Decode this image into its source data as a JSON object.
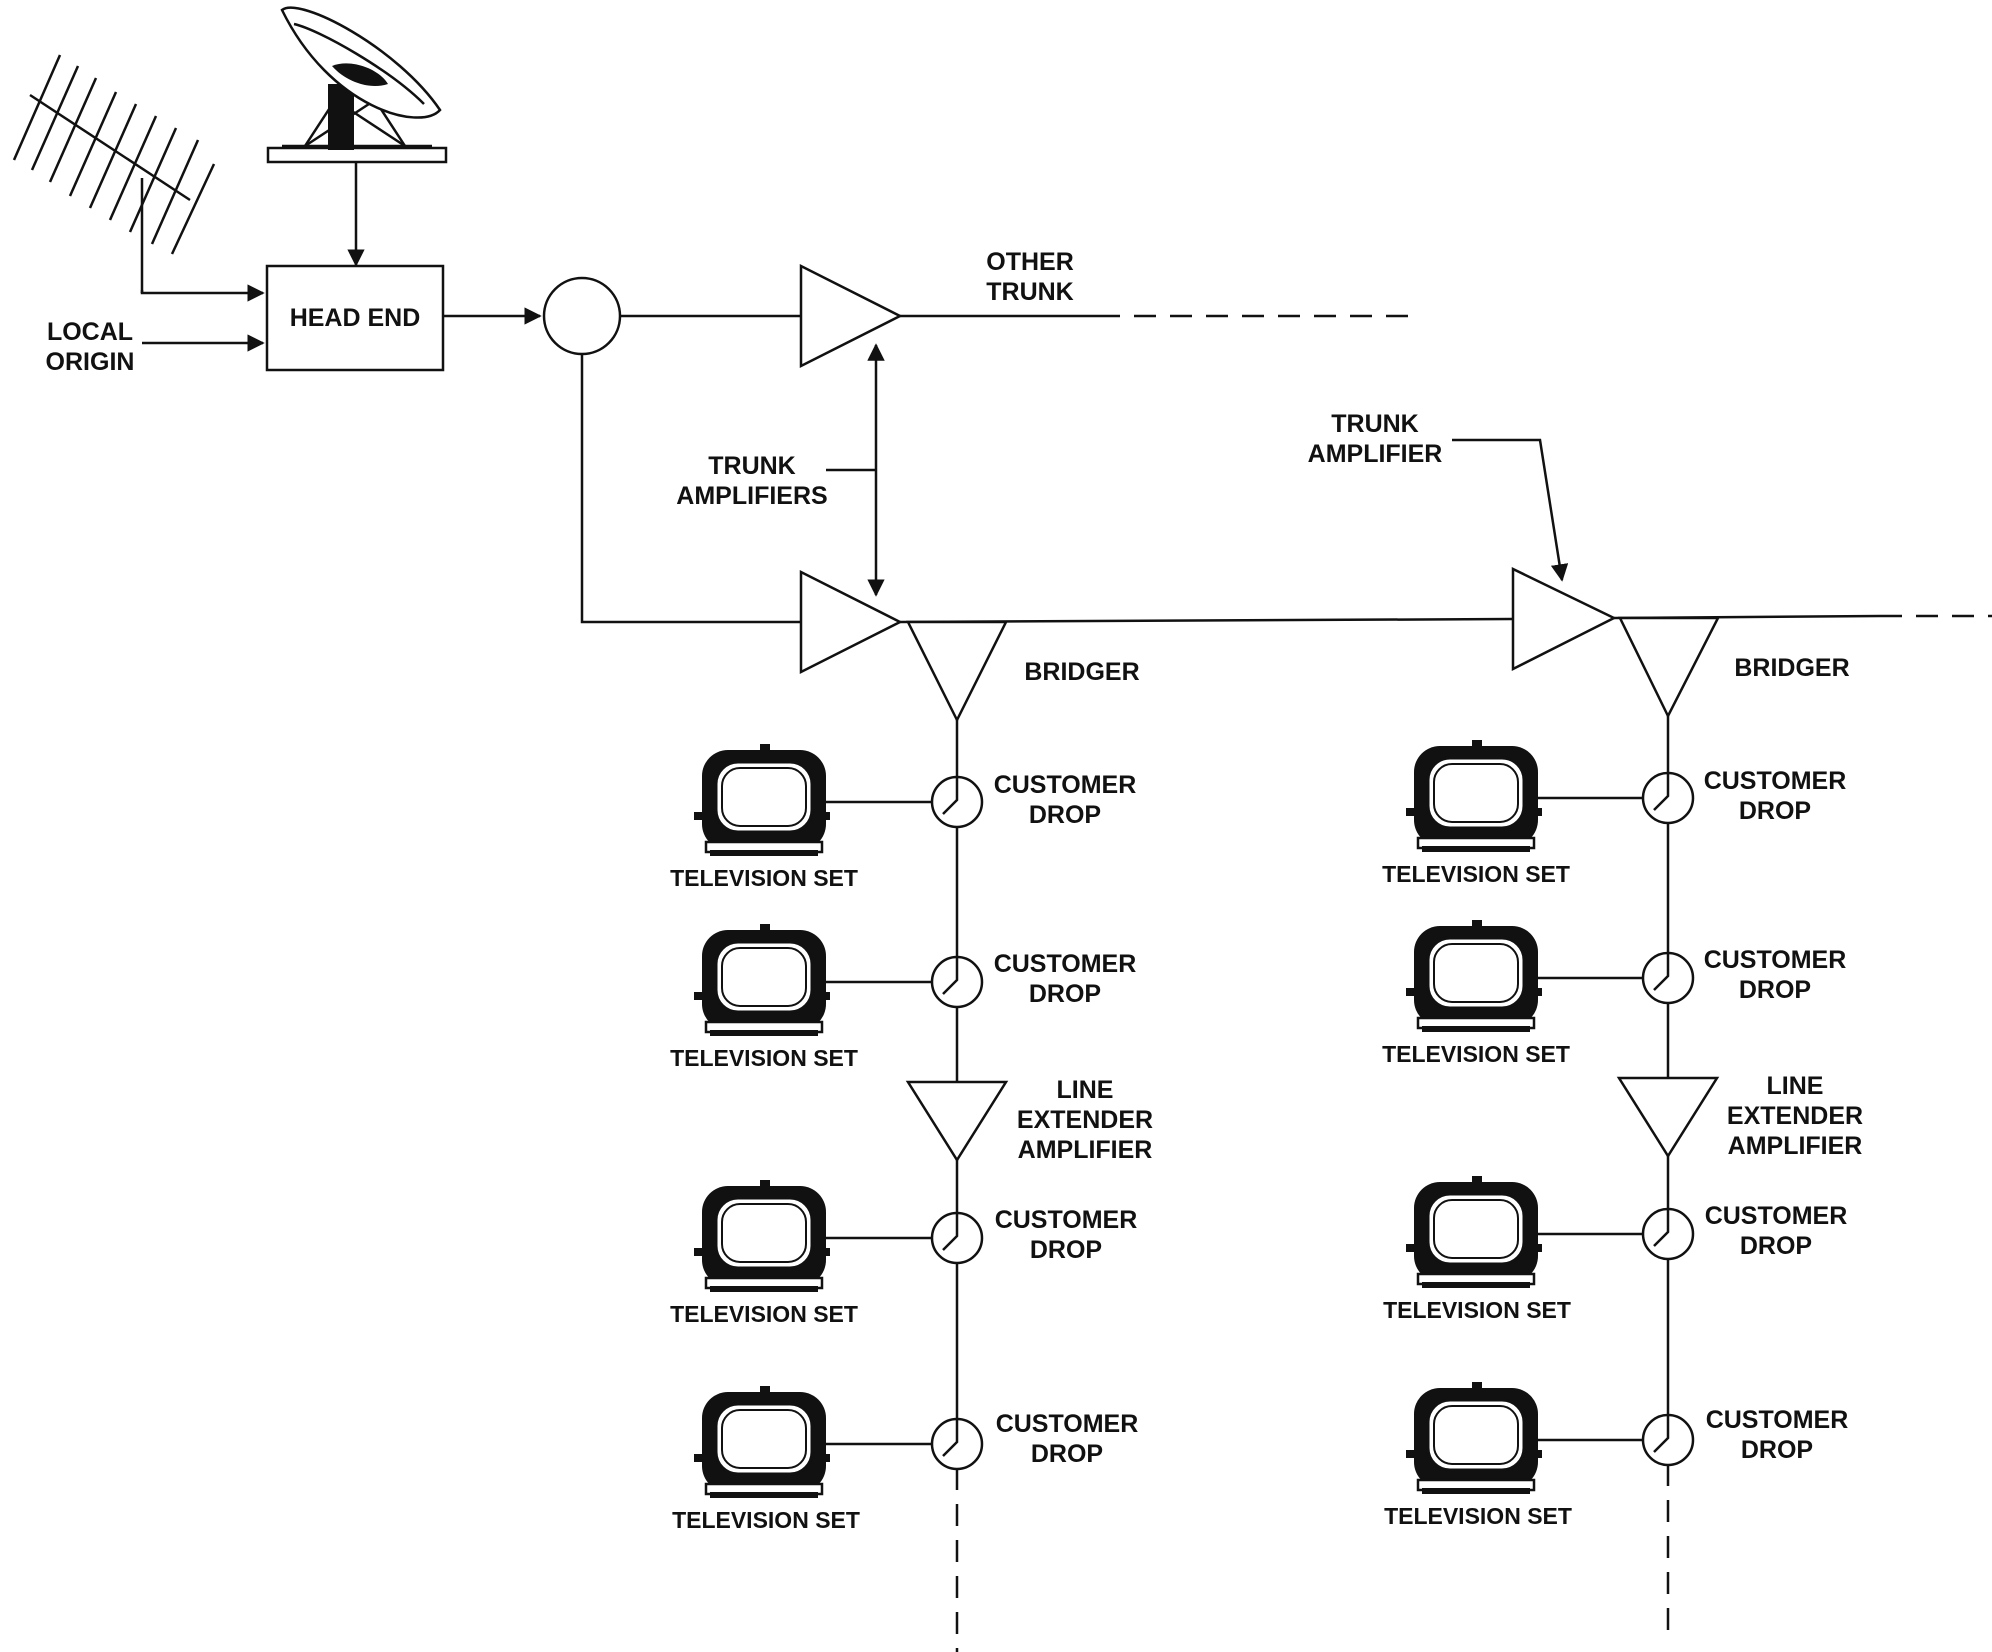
{
  "labels": {
    "head_end": "HEAD END",
    "local_origin_1": "LOCAL",
    "local_origin_2": "ORIGIN",
    "other_trunk_1": "OTHER",
    "other_trunk_2": "TRUNK",
    "trunk_amplifiers_1": "TRUNK",
    "trunk_amplifiers_2": "AMPLIFIERS",
    "trunk_amplifier_1": "TRUNK",
    "trunk_amplifier_2": "AMPLIFIER",
    "bridger": "BRIDGER",
    "customer_drop_1": "CUSTOMER",
    "customer_drop_2": "DROP",
    "television_set": "TELEVISION SET",
    "line_extender_1": "LINE",
    "line_extender_2": "EXTENDER",
    "line_extender_3": "AMPLIFIER"
  },
  "icons": [
    "yagi-antenna-icon",
    "satellite-dish-icon",
    "television-set-icon"
  ],
  "colors": {
    "ink": "#111111",
    "paper": "#ffffff"
  }
}
